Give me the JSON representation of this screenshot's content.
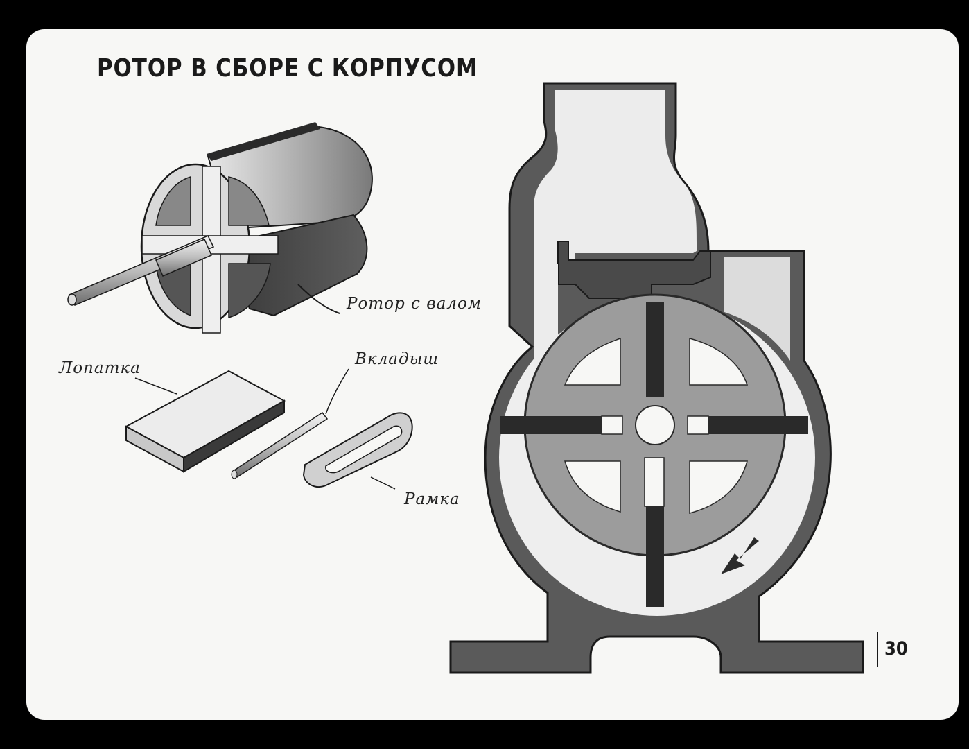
{
  "title": "РОТОР В СБОРЕ С КОРПУСОМ",
  "labels": {
    "rotor_with_shaft": "Ротор с валом",
    "blade": "Лопатка",
    "insert": "Вкладыш",
    "frame": "Рамка"
  },
  "page_number": "30",
  "colors": {
    "background": "#000000",
    "slide": "#f7f7f5",
    "ink": "#1a1a1a",
    "housing_wall": "#5a5a5a",
    "rotor_body": "#9c9c9c",
    "vane": "#2a2a2a"
  }
}
